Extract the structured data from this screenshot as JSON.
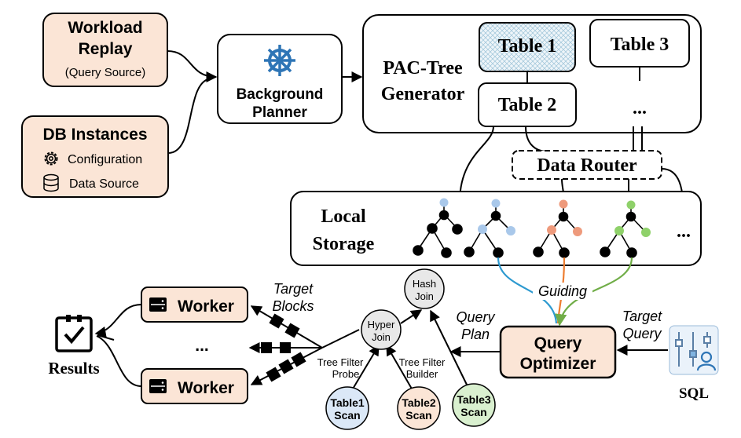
{
  "workload": {
    "title_line1": "Workload",
    "title_line2": "Replay",
    "subtitle": "(Query Source)"
  },
  "db_instances": {
    "title": "DB Instances",
    "item_config": "Configuration",
    "item_source": "Data Source"
  },
  "planner": {
    "line1": "Background",
    "line2": "Planner"
  },
  "generator": {
    "line1": "PAC-Tree",
    "line2": "Generator"
  },
  "tables": {
    "t1": "Table 1",
    "t2": "Table 2",
    "t3": "Table 3",
    "more": "..."
  },
  "router": {
    "label": "Data Router"
  },
  "storage": {
    "line1": "Local",
    "line2": "Storage",
    "more": "..."
  },
  "guiding": "Guiding",
  "optimizer": {
    "line1": "Query",
    "line2": "Optimizer"
  },
  "target_query": {
    "line1": "Target",
    "line2": "Query"
  },
  "sql": "SQL",
  "query_plan": {
    "line1": "Query",
    "line2": "Plan"
  },
  "plan_nodes": {
    "hash_join": {
      "line1": "Hash",
      "line2": "Join"
    },
    "hyper_join": {
      "line1": "Hyper",
      "line2": "Join"
    },
    "probe": {
      "line1": "Tree Filter",
      "line2": "Probe"
    },
    "builder": {
      "line1": "Tree Filter",
      "line2": "Builder"
    },
    "scan1": {
      "line1": "Table1",
      "line2": "Scan"
    },
    "scan2": {
      "line1": "Table2",
      "line2": "Scan"
    },
    "scan3": {
      "line1": "Table3",
      "line2": "Scan"
    }
  },
  "target_blocks": {
    "line1": "Target",
    "line2": "Blocks"
  },
  "workers": {
    "label": "Worker",
    "more": "..."
  },
  "results": "Results",
  "colors": {
    "peach": "#fbe5d6",
    "blue_node": "#a9c8ea",
    "orange_node": "#ee9a7c",
    "green_node": "#8fd16a",
    "blue_line": "#2e9ad0",
    "orange_line": "#ed7d31",
    "green_line": "#70ad47",
    "steel": "#2e75b6",
    "hyper_gray": "#e8e8e8"
  }
}
